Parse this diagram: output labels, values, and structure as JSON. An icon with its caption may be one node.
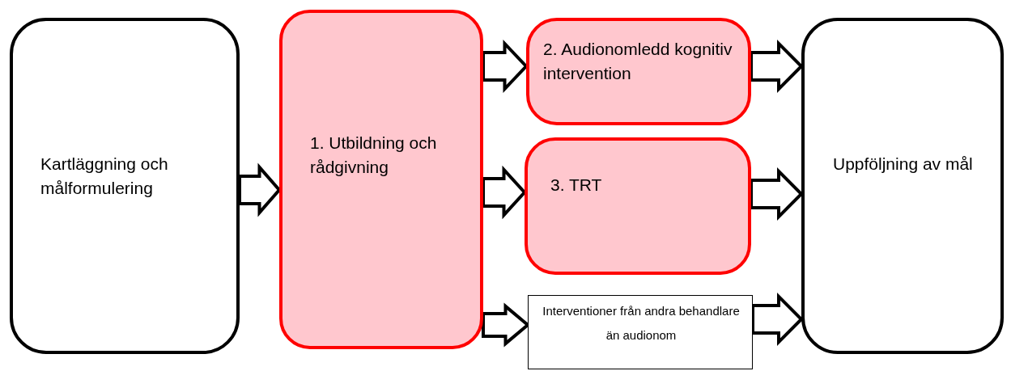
{
  "diagram": {
    "nodes": [
      {
        "text": [
          "Kartläggning och målformulering"
        ]
      },
      {
        "text": [
          "1. Utbildning och rådgivning"
        ]
      },
      {
        "text": [
          "2. Audionomledd kognitiv intervention"
        ]
      },
      {
        "text": [
          "3. TRT"
        ]
      },
      {
        "text": [
          "Interventioner från andra behandlare än audionom"
        ]
      },
      {
        "text": [
          "Uppföljning av mål"
        ]
      }
    ],
    "edges": [
      {
        "from": 0,
        "to": 1,
        "arrow": "to"
      },
      {
        "from": 1,
        "to": 2,
        "arrow": "to"
      },
      {
        "from": 1,
        "to": 3,
        "arrow": "to"
      },
      {
        "from": 1,
        "to": 4,
        "arrow": "to"
      },
      {
        "from": 2,
        "to": 5,
        "arrow": "to"
      },
      {
        "from": 3,
        "to": 5,
        "arrow": "to"
      },
      {
        "from": 4,
        "to": 5,
        "arrow": "to"
      }
    ]
  }
}
